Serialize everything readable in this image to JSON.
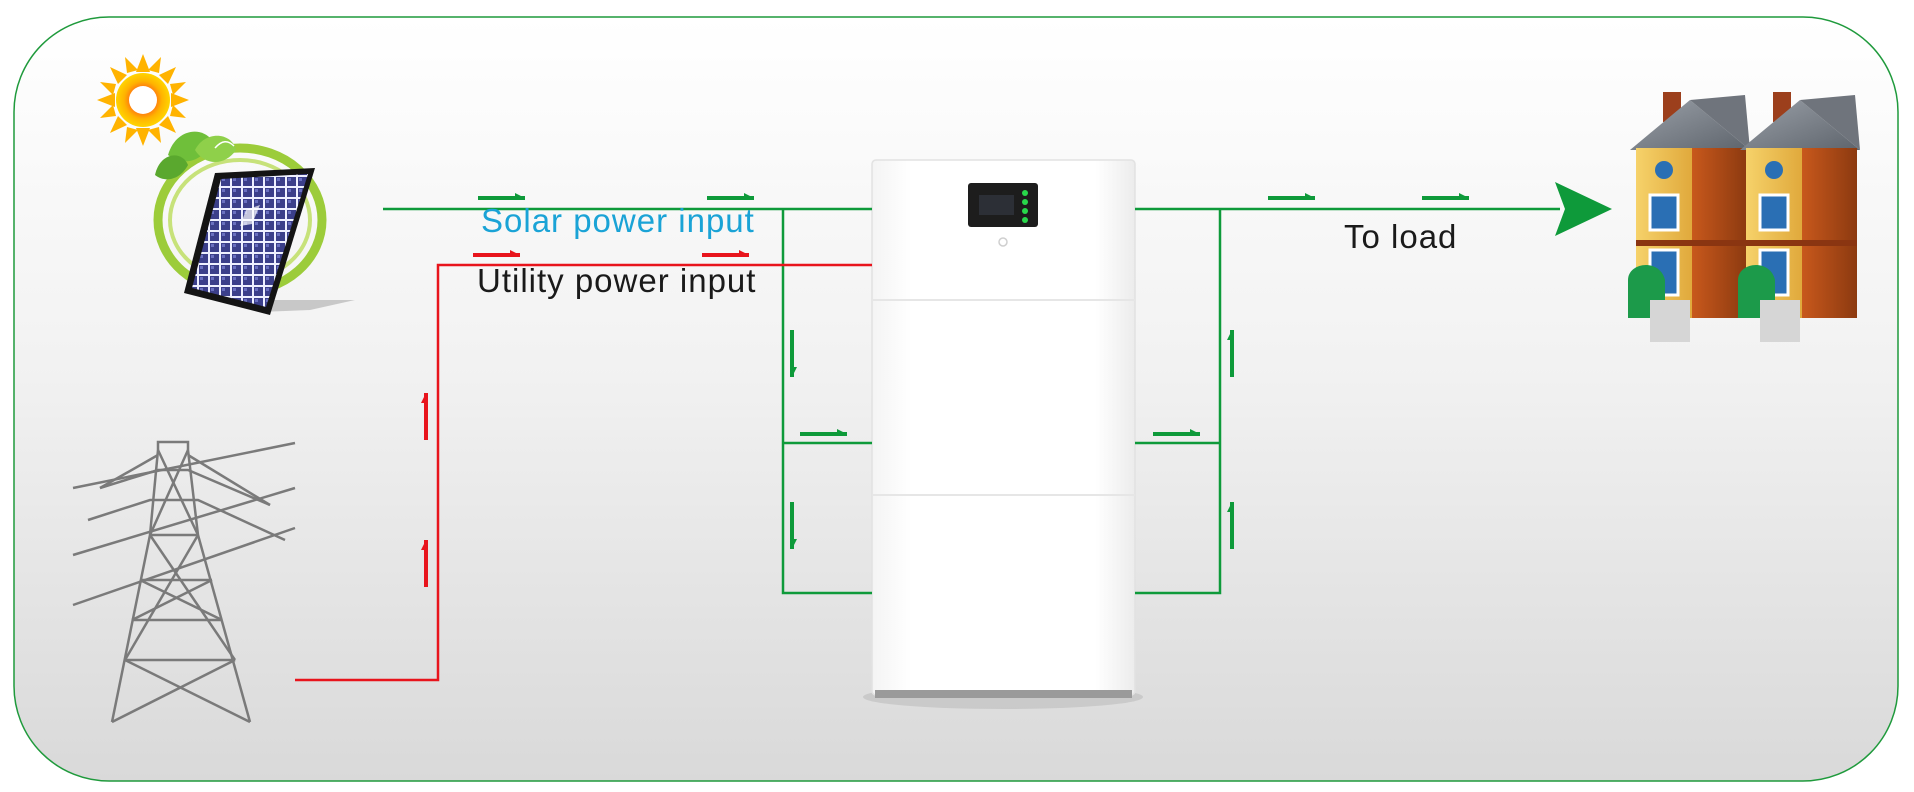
{
  "labels": {
    "solar_input": "Solar power input",
    "utility_input": "Utility power input",
    "to_load": "To load"
  },
  "nodes": [
    {
      "id": "solar-panel",
      "icon": "solar-panel-icon"
    },
    {
      "id": "power-tower",
      "icon": "transmission-tower-icon"
    },
    {
      "id": "battery-system",
      "icon": "battery-storage-icon"
    },
    {
      "id": "houses",
      "icon": "houses-icon"
    }
  ],
  "colors": {
    "solar_line": "#0e9a3a",
    "utility_line": "#e8141c",
    "frame_border": "#1f9a3c",
    "solar_text": "#1aa3d6",
    "utility_text": "#1a1a1a",
    "load_text": "#1a1a1a",
    "background_top": "#ffffff",
    "background_bottom": "#dcdcdc"
  }
}
